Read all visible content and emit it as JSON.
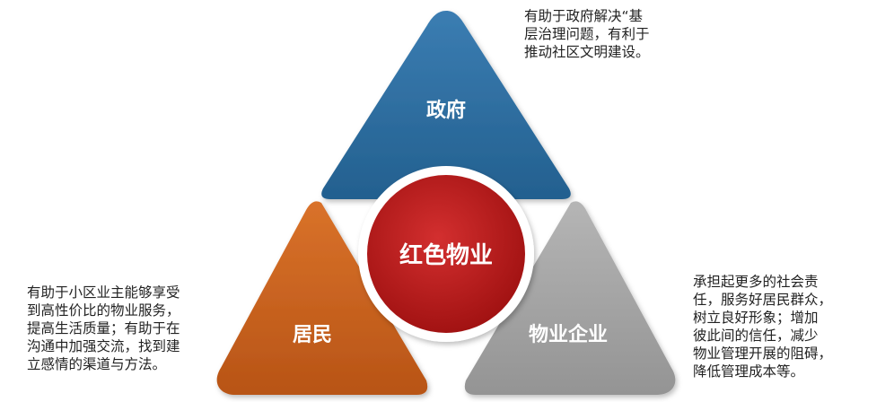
{
  "colors": {
    "government": "#2D6C9E",
    "residents": "#C9621E",
    "property": "#A6A6A6",
    "center": "#B71C1C",
    "center_ring": "#FFFFFF"
  },
  "government": {
    "label": "政府",
    "description_lines": [
      "有助于政府解决“基",
      "层治理问题，有利于",
      "推动社区文明建设。"
    ]
  },
  "residents": {
    "label": "居民",
    "description_lines": [
      "有助于小区业主能够享受",
      "到高性价比的物业服务，",
      "提高生活质量；有助于在",
      "沟通中加强交流，找到建",
      "立感情的渠道与方法。"
    ]
  },
  "property": {
    "label": "物业企业",
    "description_lines": [
      "承担起更多的社会责",
      "任，服务好居民群众，",
      "树立良好形象；增加",
      "彼此间的信任，减少",
      "物业管理开展的阻碍，",
      "降低管理成本等。"
    ]
  },
  "center": {
    "label": "红色物业"
  }
}
